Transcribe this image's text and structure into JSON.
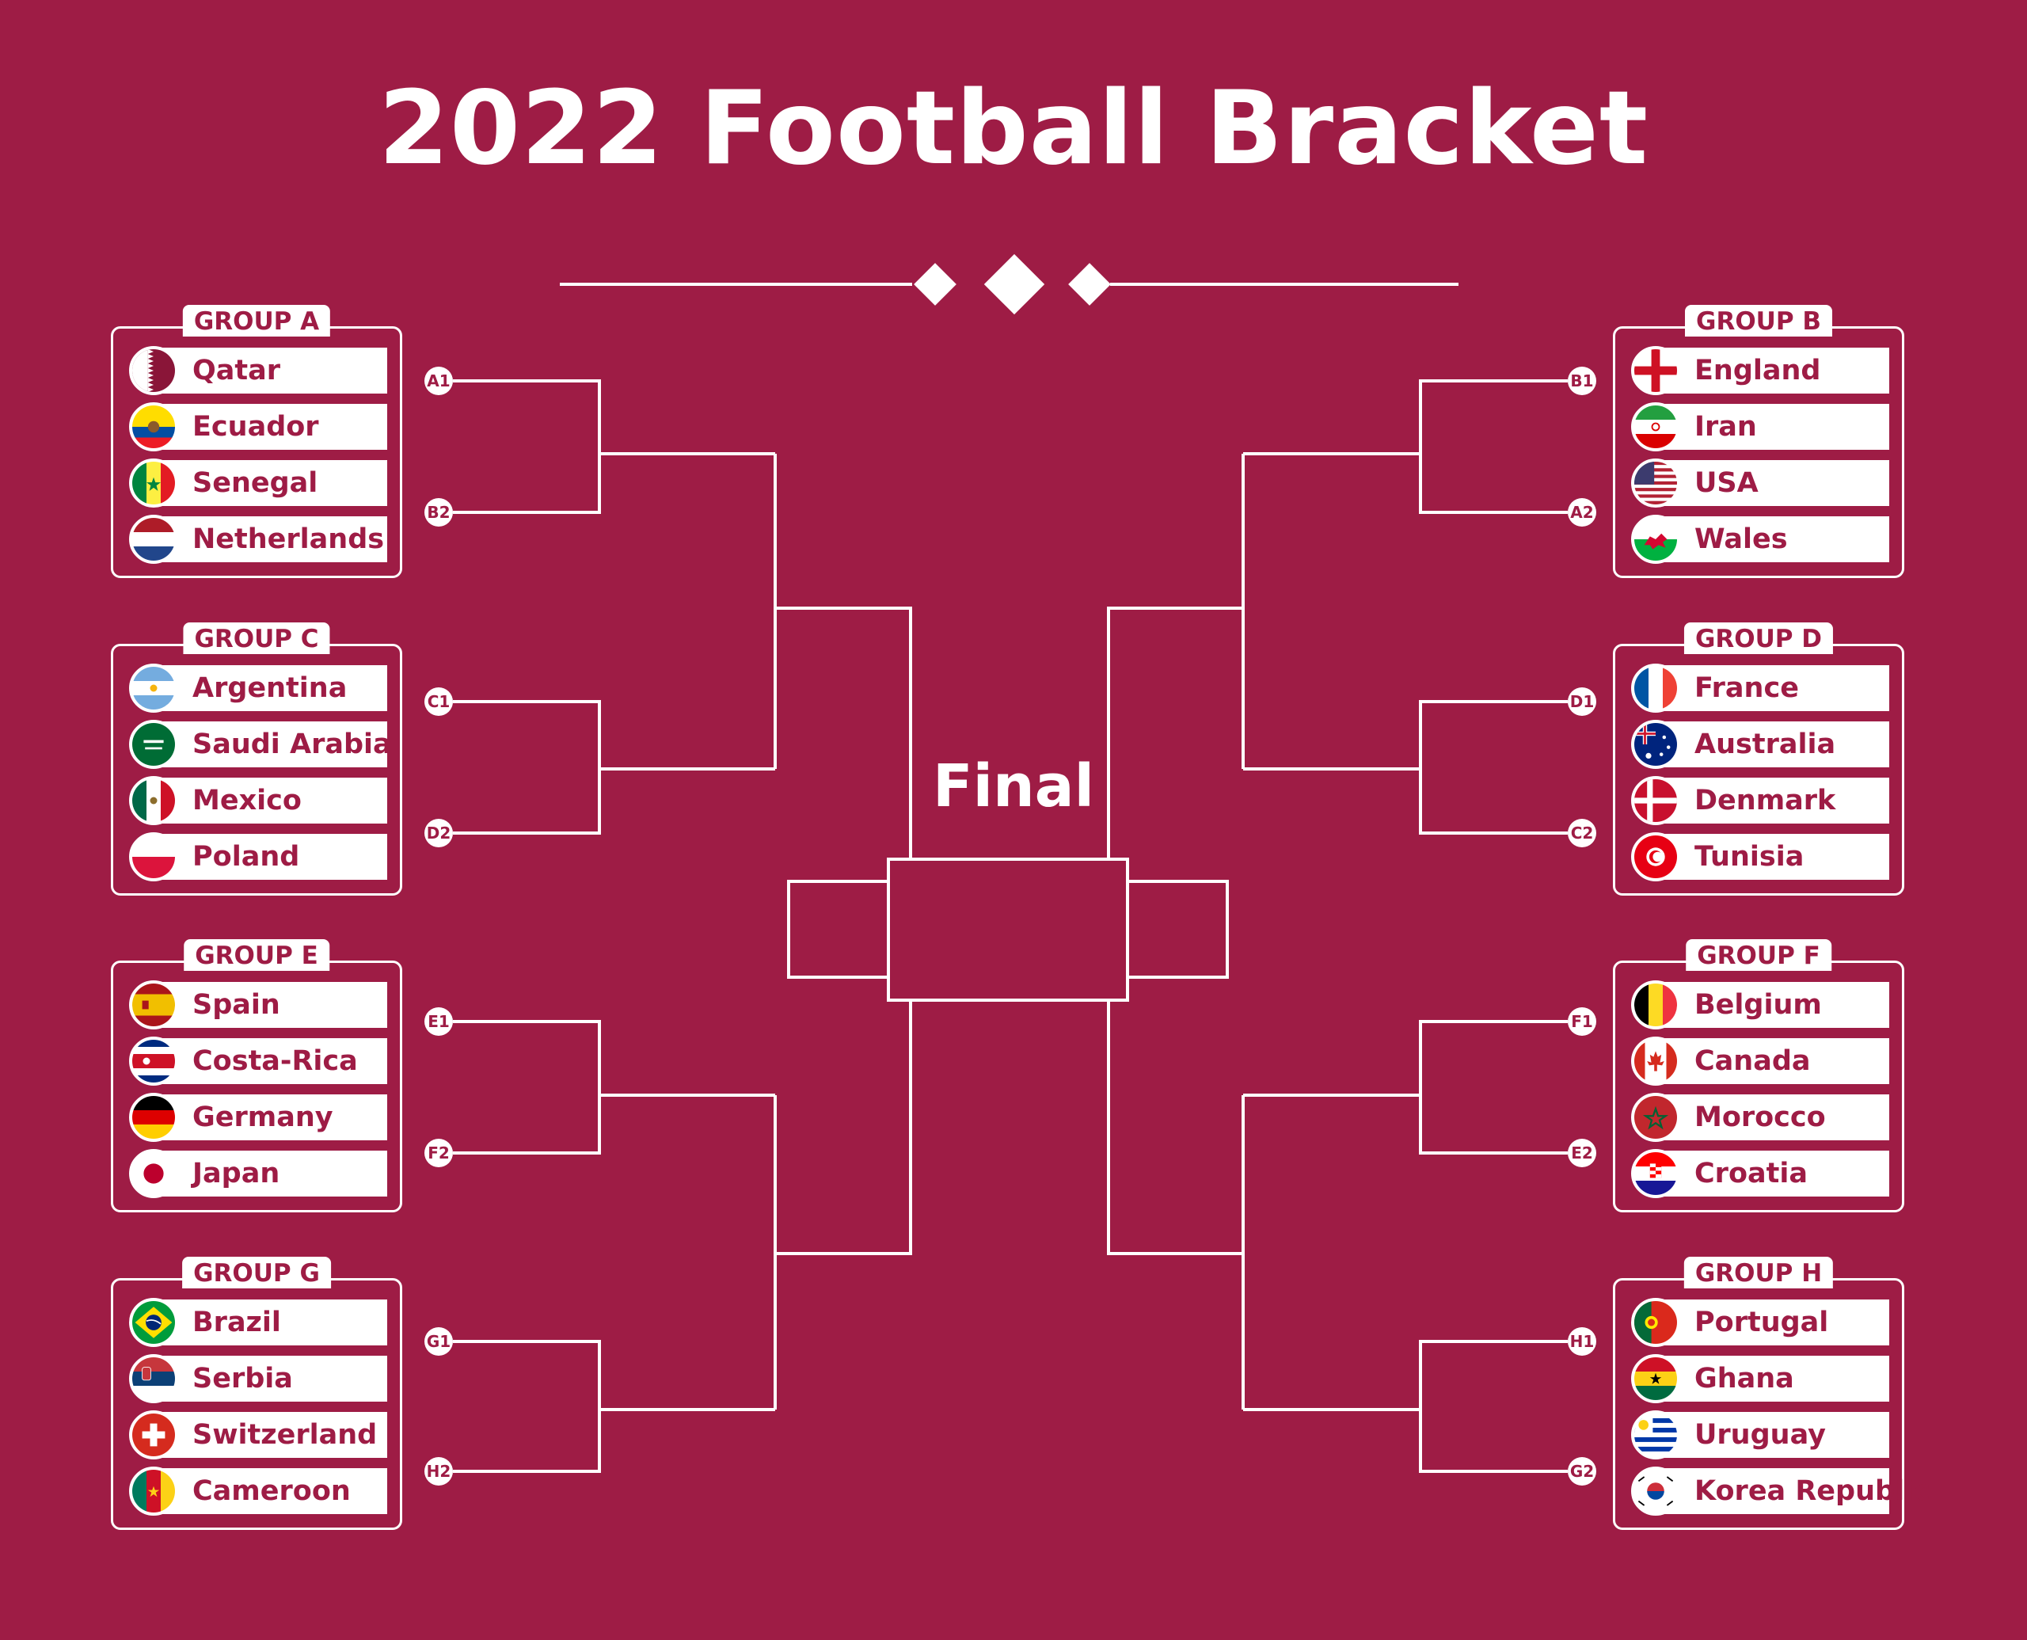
{
  "title": "2022 Football Bracket",
  "final_label": "Final",
  "colors": {
    "background": "#9e1c45",
    "foreground": "#ffffff"
  },
  "groups": [
    {
      "label": "GROUP A",
      "teams": [
        {
          "name": "Qatar",
          "flag": "qatar-flag-icon"
        },
        {
          "name": "Ecuador",
          "flag": "ecuador-flag-icon"
        },
        {
          "name": "Senegal",
          "flag": "senegal-flag-icon"
        },
        {
          "name": "Netherlands",
          "flag": "netherlands-flag-icon"
        }
      ]
    },
    {
      "label": "GROUP B",
      "teams": [
        {
          "name": "England",
          "flag": "england-flag-icon"
        },
        {
          "name": "Iran",
          "flag": "iran-flag-icon"
        },
        {
          "name": "USA",
          "flag": "usa-flag-icon"
        },
        {
          "name": "Wales",
          "flag": "wales-flag-icon"
        }
      ]
    },
    {
      "label": "GROUP C",
      "teams": [
        {
          "name": "Argentina",
          "flag": "argentina-flag-icon"
        },
        {
          "name": "Saudi Arabia",
          "flag": "saudi-arabia-flag-icon"
        },
        {
          "name": "Mexico",
          "flag": "mexico-flag-icon"
        },
        {
          "name": "Poland",
          "flag": "poland-flag-icon"
        }
      ]
    },
    {
      "label": "GROUP D",
      "teams": [
        {
          "name": "France",
          "flag": "france-flag-icon"
        },
        {
          "name": "Australia",
          "flag": "australia-flag-icon"
        },
        {
          "name": "Denmark",
          "flag": "denmark-flag-icon"
        },
        {
          "name": "Tunisia",
          "flag": "tunisia-flag-icon"
        }
      ]
    },
    {
      "label": "GROUP E",
      "teams": [
        {
          "name": "Spain",
          "flag": "spain-flag-icon"
        },
        {
          "name": "Costa-Rica",
          "flag": "costa-rica-flag-icon"
        },
        {
          "name": "Germany",
          "flag": "germany-flag-icon"
        },
        {
          "name": "Japan",
          "flag": "japan-flag-icon"
        }
      ]
    },
    {
      "label": "GROUP F",
      "teams": [
        {
          "name": "Belgium",
          "flag": "belgium-flag-icon"
        },
        {
          "name": "Canada",
          "flag": "canada-flag-icon"
        },
        {
          "name": "Morocco",
          "flag": "morocco-flag-icon"
        },
        {
          "name": "Croatia",
          "flag": "croatia-flag-icon"
        }
      ]
    },
    {
      "label": "GROUP G",
      "teams": [
        {
          "name": "Brazil",
          "flag": "brazil-flag-icon"
        },
        {
          "name": "Serbia",
          "flag": "serbia-flag-icon"
        },
        {
          "name": "Switzerland",
          "flag": "switzerland-flag-icon"
        },
        {
          "name": "Cameroon",
          "flag": "cameroon-flag-icon"
        }
      ]
    },
    {
      "label": "GROUP H",
      "teams": [
        {
          "name": "Portugal",
          "flag": "portugal-flag-icon"
        },
        {
          "name": "Ghana",
          "flag": "ghana-flag-icon"
        },
        {
          "name": "Uruguay",
          "flag": "uruguay-flag-icon"
        },
        {
          "name": "Korea Republic",
          "flag": "korea-republic-flag-icon"
        }
      ]
    }
  ],
  "round_of_16": {
    "left": [
      "A1",
      "B2",
      "C1",
      "D2",
      "E1",
      "F2",
      "G1",
      "H2"
    ],
    "right": [
      "B1",
      "A2",
      "D1",
      "C2",
      "F1",
      "E2",
      "H1",
      "G2"
    ]
  }
}
